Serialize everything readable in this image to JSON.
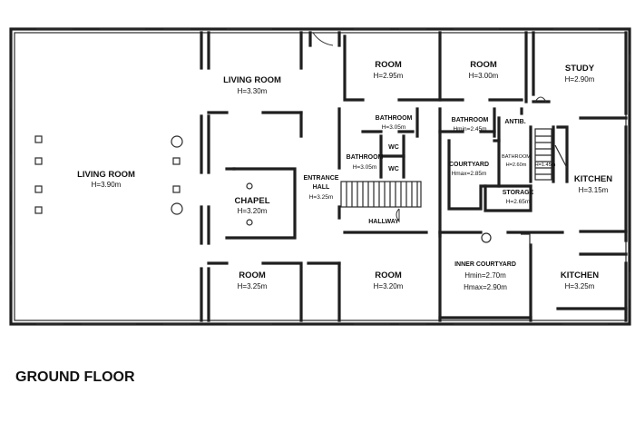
{
  "floor_title": "GROUND FLOOR",
  "rooms": {
    "living_room_left": {
      "name": "LIVING ROOM",
      "height": "H=3.90m"
    },
    "living_room_top": {
      "name": "LIVING ROOM",
      "height": "H=3.30m"
    },
    "chapel": {
      "name": "CHAPEL",
      "height": "H=3.20m"
    },
    "room_bottom_left": {
      "name": "ROOM",
      "height": "H=3.25m"
    },
    "entrance_hall": {
      "name_line1": "ENTRANCE",
      "name_line2": "HALL",
      "height": "H=3.25m"
    },
    "room_top_1": {
      "name": "ROOM",
      "height": "H=2.95m"
    },
    "room_top_2": {
      "name": "ROOM",
      "height": "H=3.00m"
    },
    "study": {
      "name": "STUDY",
      "height": "H=2.90m"
    },
    "bathroom_1": {
      "name": "BATHROOM",
      "height": "H=3.05m"
    },
    "bathroom_2": {
      "name": "BATHROOM",
      "height": "Hmin=2.45m"
    },
    "antib": {
      "name": "ANTIB."
    },
    "wc_1": {
      "name": "WC"
    },
    "wc_2": {
      "name": "WC"
    },
    "bathroom_3": {
      "name": "BATHROOM",
      "height": "H=3.05m"
    },
    "courtyard": {
      "name": "COURTYARD",
      "height": "Hmax=2.85m"
    },
    "bathroom_4": {
      "name": "BATHROOM",
      "height": "H=2.60m"
    },
    "stair_small": {
      "height": "H=1.45m"
    },
    "storage": {
      "name": "STORAGE",
      "height": "H=2.65m"
    },
    "kitchen_1": {
      "name": "KITCHEN",
      "height": "H=3.15m"
    },
    "hallway": {
      "name": "HALLWAY"
    },
    "room_bottom_mid": {
      "name": "ROOM",
      "height": "H=3.20m"
    },
    "inner_courtyard": {
      "name": "INNER COURTYARD",
      "height_min": "Hmin=2.70m",
      "height_max": "Hmax=2.90m"
    },
    "kitchen_2": {
      "name": "KITCHEN",
      "height": "H=3.25m"
    }
  }
}
